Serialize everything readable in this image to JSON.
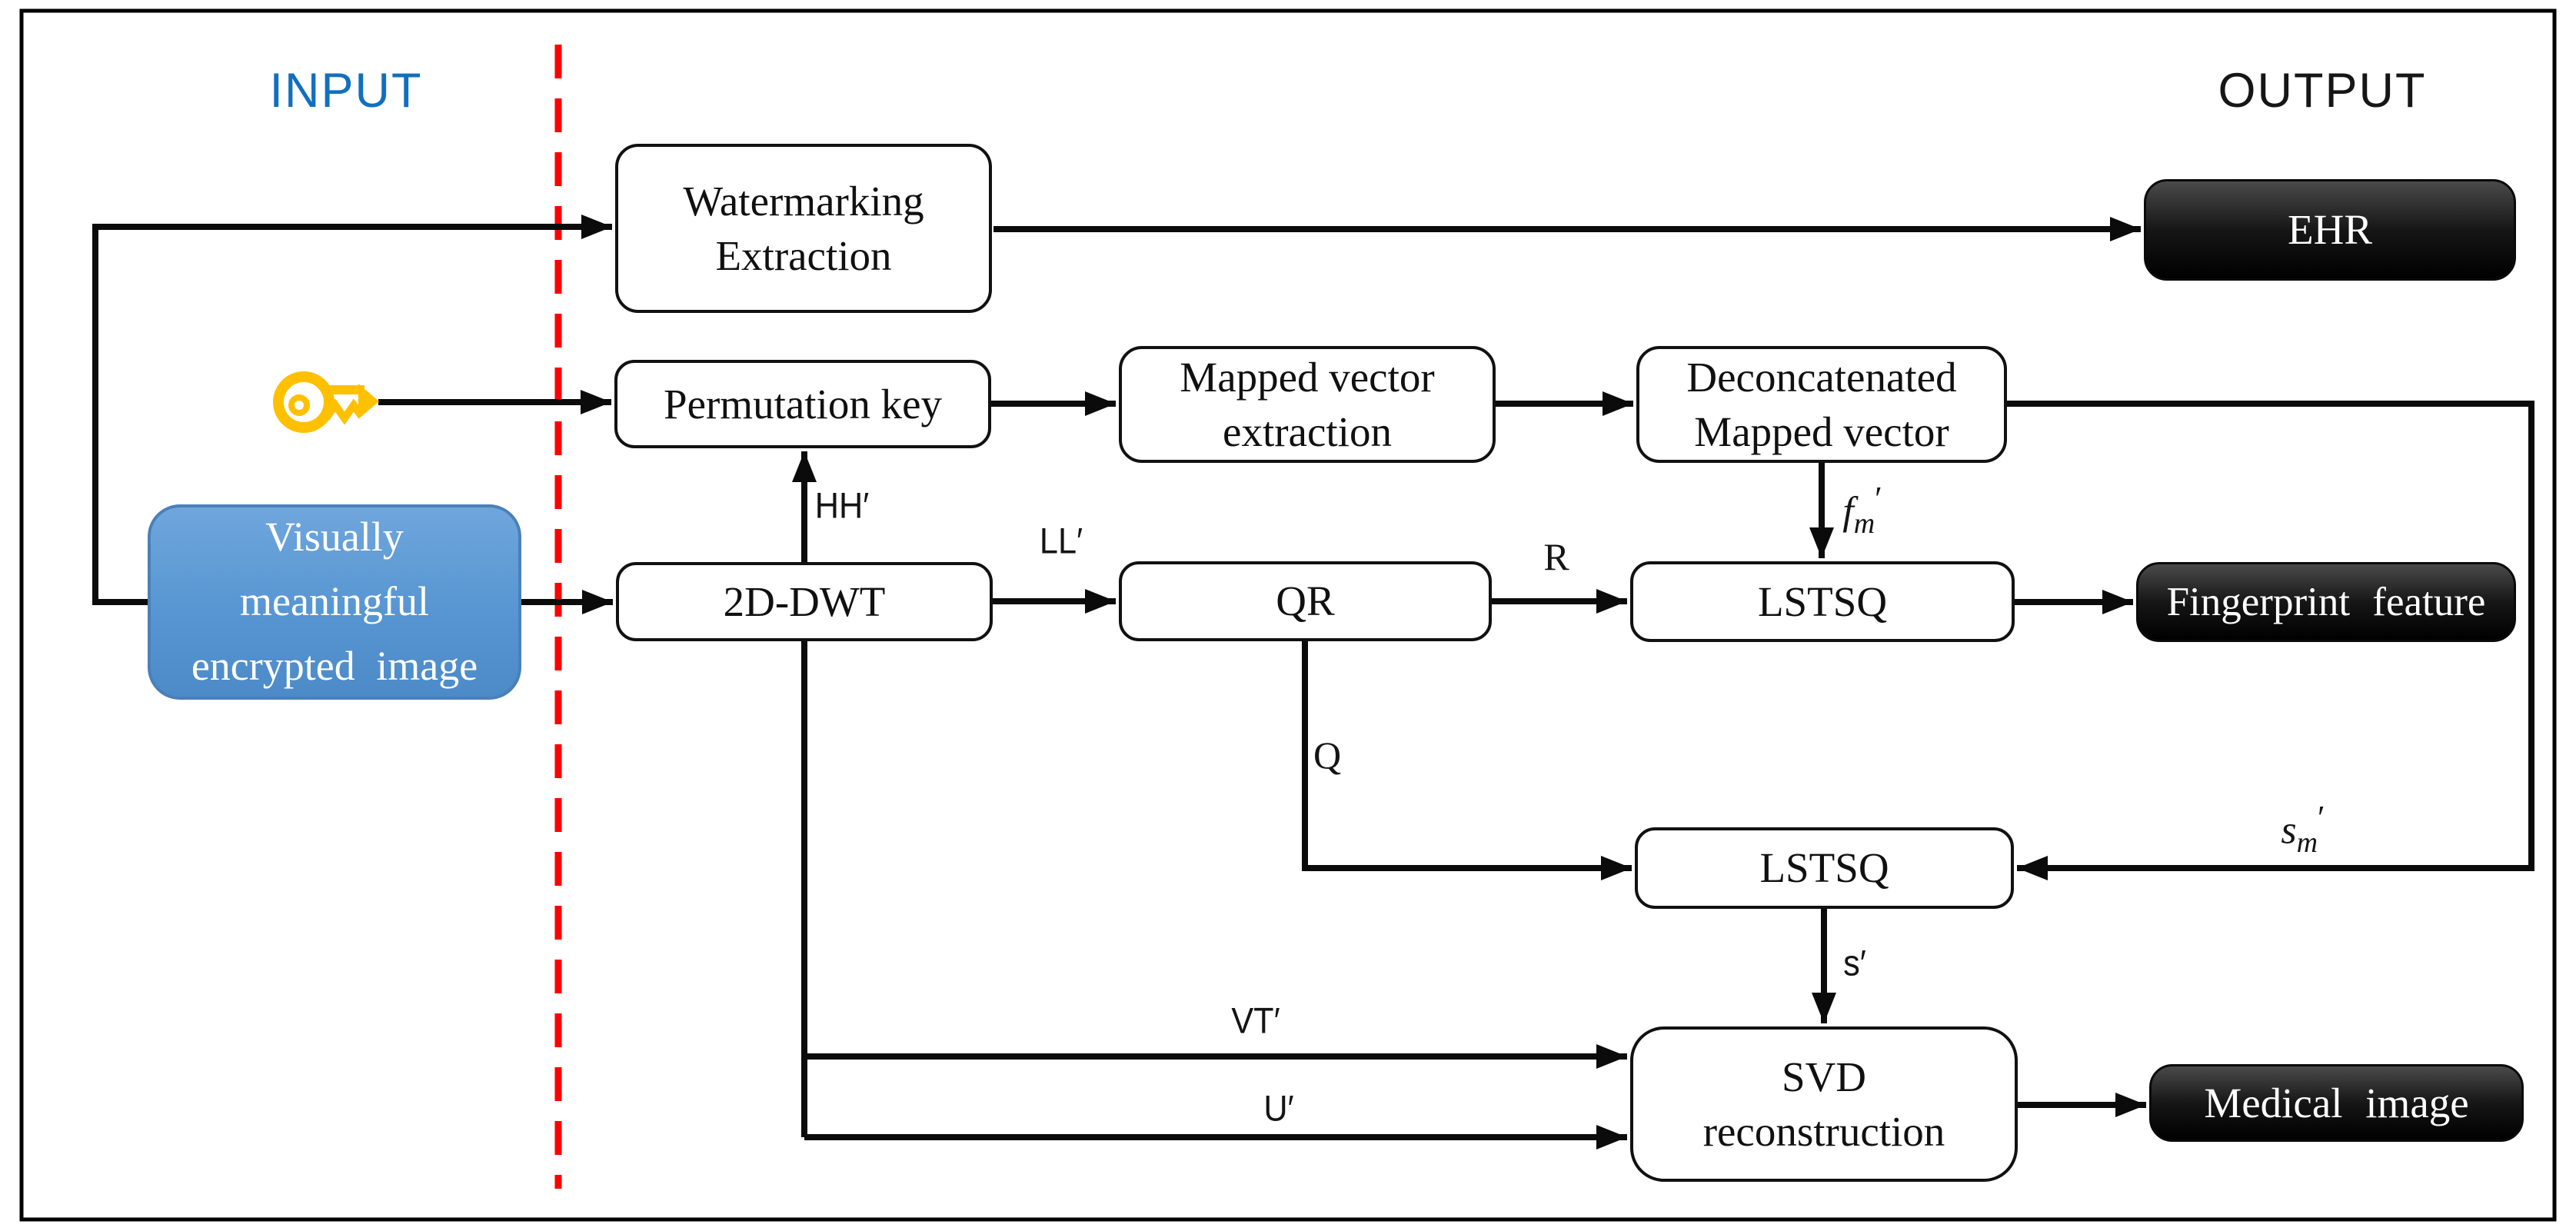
{
  "diagram": {
    "input_label": "INPUT",
    "output_label": "OUTPUT",
    "nodes": {
      "watermarking": "Watermarking Extraction",
      "permutation_key": "Permutation key",
      "mapped_vector": "Mapped vector extraction",
      "deconcatenated": "Deconcatenated Mapped vector",
      "dwt": "2D-DWT",
      "qr": "QR",
      "lstsq_top": "LSTSQ",
      "lstsq_bottom": "LSTSQ",
      "svd": "SVD reconstruction",
      "encrypted_image": "Visually meaningful encrypted image",
      "ehr": "EHR",
      "fingerprint": "Fingerprint feature",
      "medical_image": "Medical image"
    },
    "edge_labels": {
      "hh": "HH′",
      "ll": "LL′",
      "r": "R",
      "q": "Q",
      "s_prime": "s′",
      "vt": "VT′",
      "u": "U′",
      "fm_base": "f",
      "fm_sub": "m",
      "fm_prime": "′",
      "sm_base": "s",
      "sm_sub": "m",
      "sm_prime": "′"
    },
    "icons": {
      "key": "key-icon"
    },
    "colors": {
      "input_text": "#1170BE",
      "dashed_line": "#FF0000",
      "key_icon": "#FFC000",
      "encrypted_box_fill": "#5B9BD5",
      "encrypted_box_border": "#4A80B8",
      "output_box_fill": "#000000"
    }
  }
}
